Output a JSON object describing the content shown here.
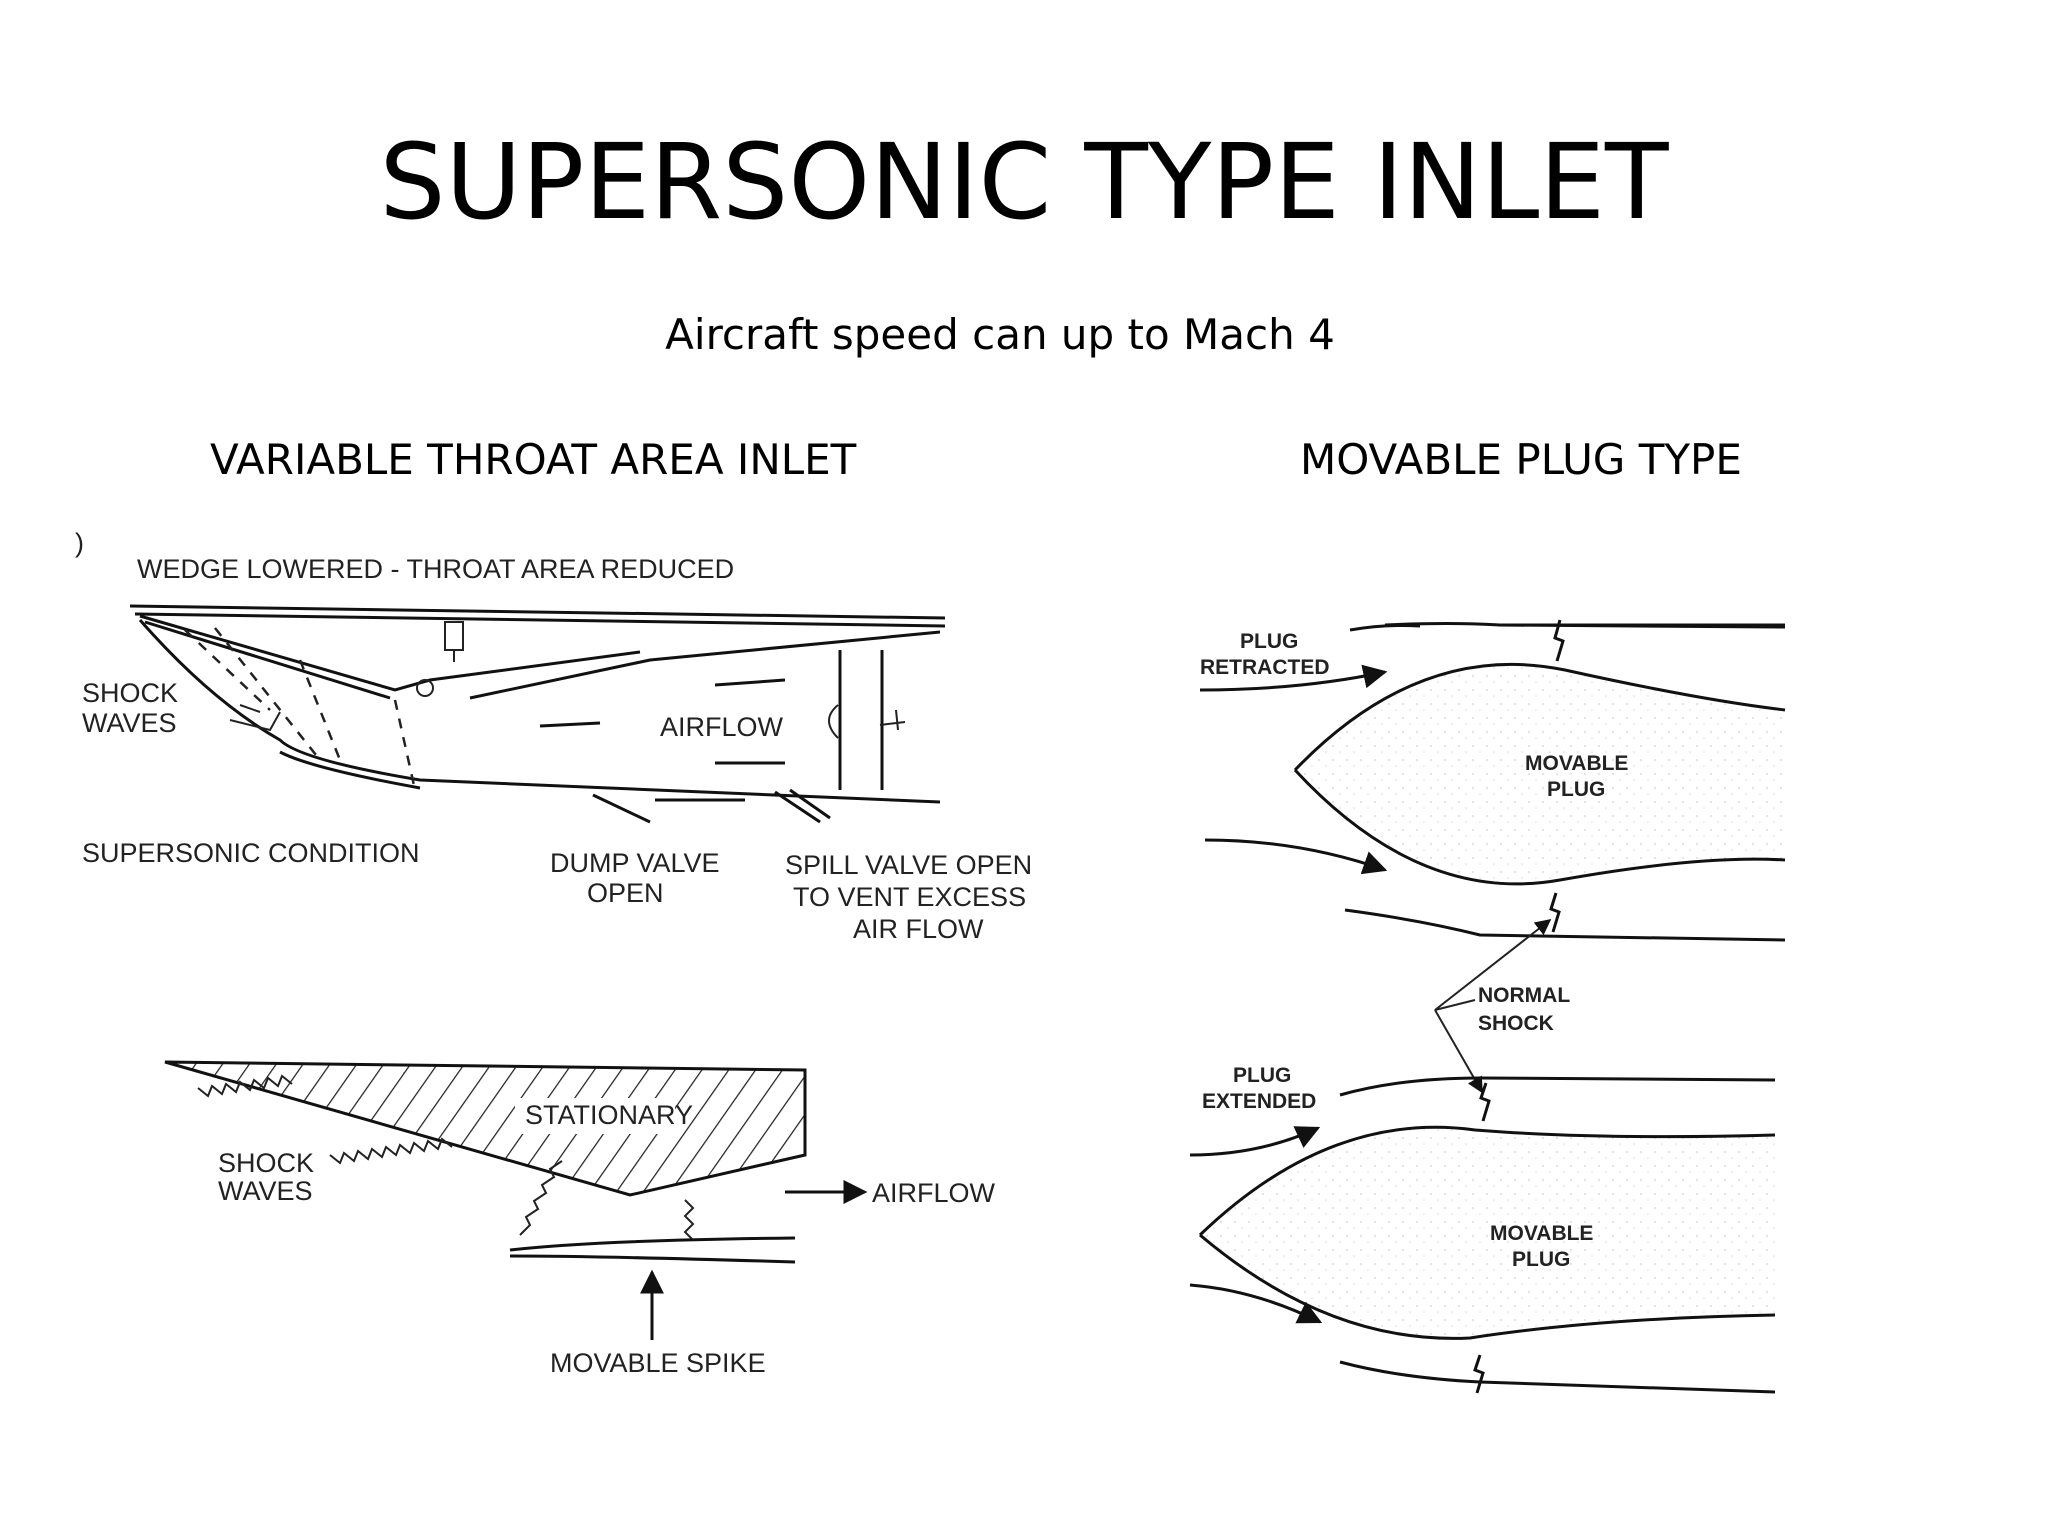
{
  "slide": {
    "title": "SUPERSONIC TYPE INLET",
    "subtitle": "Aircraft speed can up to Mach 4"
  },
  "left_panel": {
    "heading": "VARIABLE THROAT AREA INLET",
    "top_figure": {
      "corner_mark": ")",
      "title": "WEDGE LOWERED - THROAT AREA REDUCED",
      "shock_line1": "SHOCK",
      "shock_line2": "WAVES",
      "airflow": "AIRFLOW",
      "condition": "SUPERSONIC CONDITION",
      "dump_line1": "DUMP VALVE",
      "dump_line2": "OPEN",
      "spill_line1": "SPILL VALVE OPEN",
      "spill_line2": "TO VENT EXCESS",
      "spill_line3": "AIR FLOW"
    },
    "bottom_figure": {
      "stationary": "STATIONARY",
      "shock_line1": "SHOCK",
      "shock_line2": "WAVES",
      "airflow": "AIRFLOW",
      "spike": "MOVABLE SPIKE"
    }
  },
  "right_panel": {
    "heading": "MOVABLE PLUG TYPE",
    "retracted_line1": "PLUG",
    "retracted_line2": "RETRACTED",
    "plug_upper_line1": "MOVABLE",
    "plug_upper_line2": "PLUG",
    "normal_line1": "NORMAL",
    "normal_line2": "SHOCK",
    "extended_line1": "PLUG",
    "extended_line2": "EXTENDED",
    "plug_lower_line1": "MOVABLE",
    "plug_lower_line2": "PLUG"
  }
}
